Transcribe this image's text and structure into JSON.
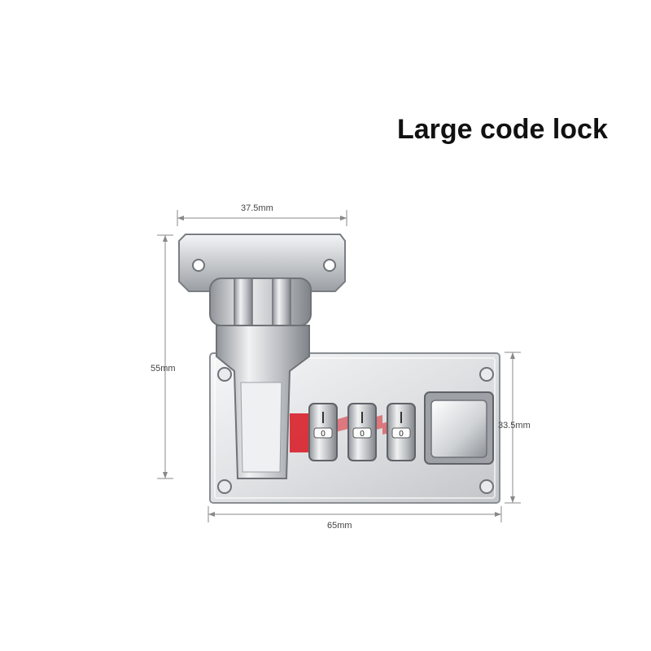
{
  "title": "Large code lock",
  "dimensions": {
    "top_width": "37.5mm",
    "total_height": "55mm",
    "plate_height": "33.5mm",
    "plate_width": "65mm"
  },
  "dial_digits": [
    "0",
    "0",
    "0"
  ],
  "colors": {
    "metal": "#c9ccd0",
    "metal_dark": "#8d9197",
    "dimension_line": "#777777",
    "red_marker": "#d8202a"
  }
}
